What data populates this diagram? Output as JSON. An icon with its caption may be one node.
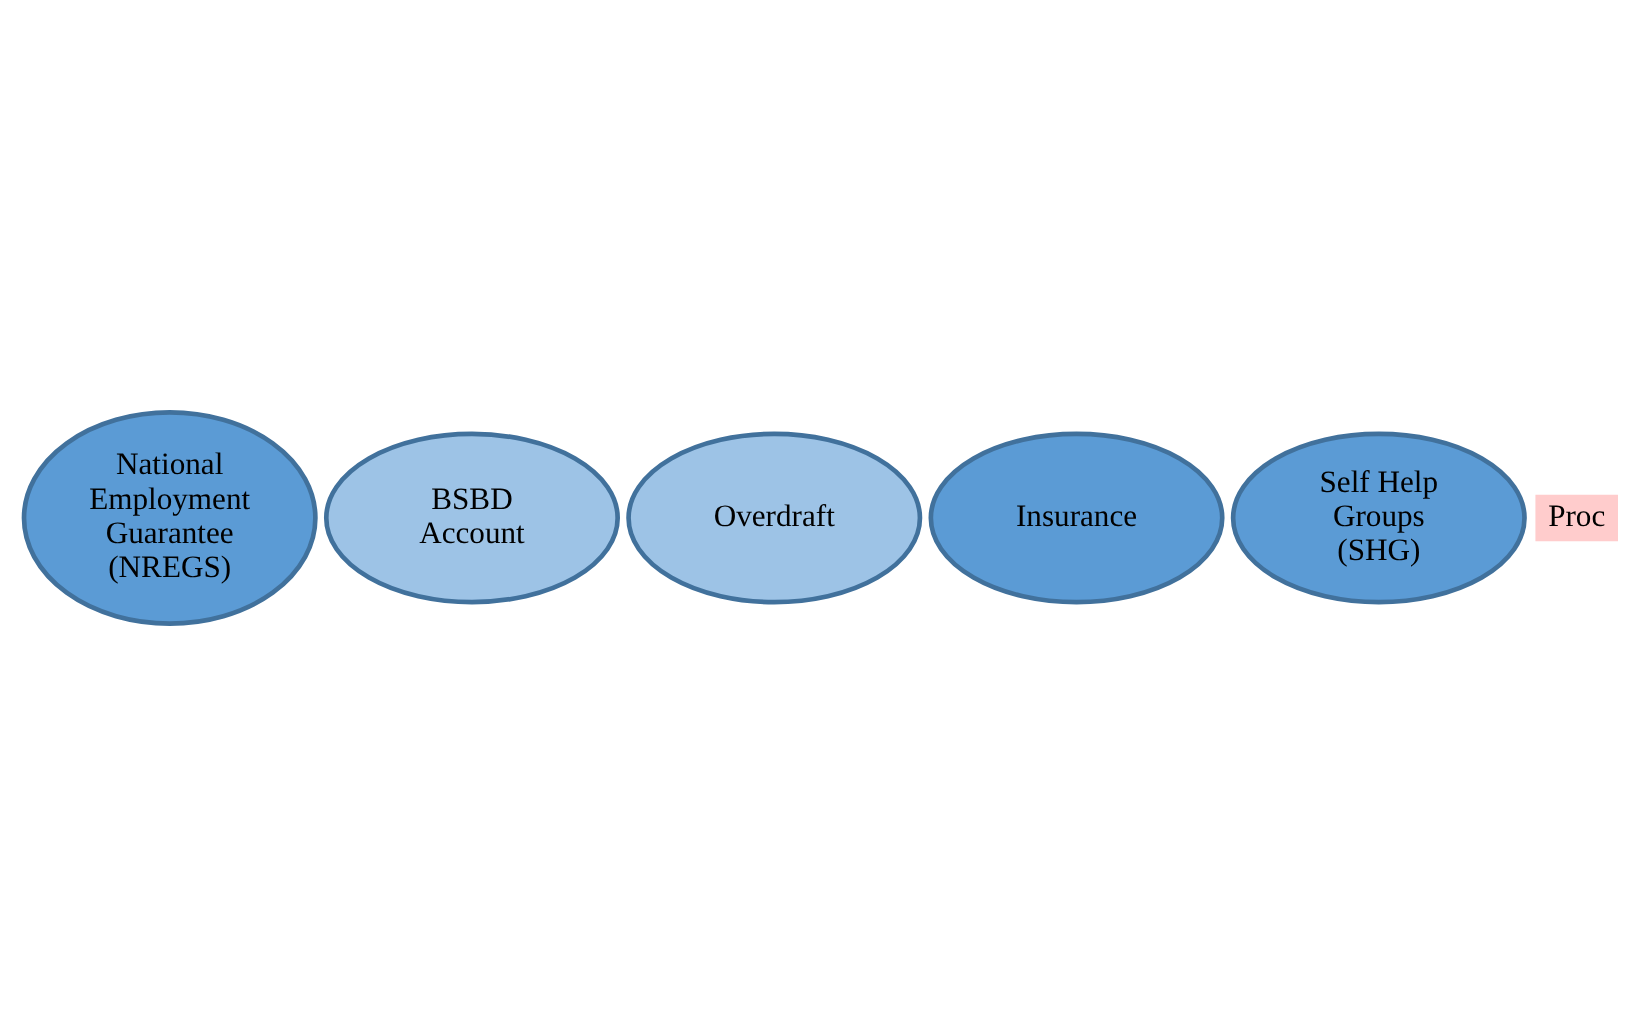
{
  "diagram": {
    "nodes": [
      {
        "text": [
          "National Employment Guarantee (NREGS)"
        ]
      },
      {
        "text": [
          "BSBD Account"
        ]
      },
      {
        "text": [
          "Overdraft"
        ]
      },
      {
        "text": [
          "Insurance"
        ]
      },
      {
        "text": [
          "Self Help Groups (SHG)"
        ]
      }
    ],
    "labels": [
      "Proc"
    ]
  }
}
